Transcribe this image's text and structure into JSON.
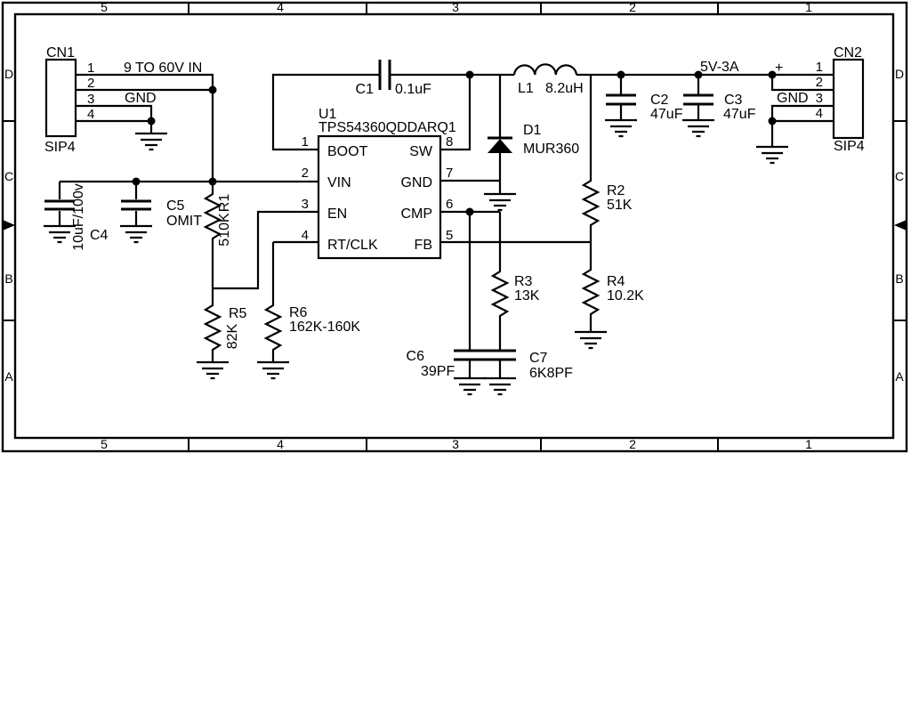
{
  "sheet": {
    "frame": {
      "columns": [
        "5",
        "4",
        "3",
        "2",
        "1"
      ],
      "rows": [
        "D",
        "C",
        "B",
        "A"
      ]
    },
    "nets": {
      "input_label": "9 TO 60V IN",
      "input_gnd": "GND",
      "output_label": "5V-3A",
      "output_plus": "+",
      "output_gnd": "GND"
    },
    "parts": {
      "CN1": {
        "ref": "CN1",
        "value": "SIP4",
        "pins": [
          "1",
          "2",
          "3",
          "4"
        ]
      },
      "CN2": {
        "ref": "CN2",
        "value": "SIP4",
        "pins": [
          "1",
          "2",
          "3",
          "4"
        ]
      },
      "U1": {
        "ref": "U1",
        "value": "TPS54360QDDARQ1",
        "pins_left": [
          {
            "num": "1",
            "name": "BOOT"
          },
          {
            "num": "2",
            "name": "VIN"
          },
          {
            "num": "3",
            "name": "EN"
          },
          {
            "num": "4",
            "name": "RT/CLK"
          }
        ],
        "pins_right": [
          {
            "num": "8",
            "name": "SW"
          },
          {
            "num": "7",
            "name": "GND"
          },
          {
            "num": "6",
            "name": "CMP"
          },
          {
            "num": "5",
            "name": "FB"
          }
        ]
      },
      "C1": {
        "ref": "C1",
        "value": "0.1uF"
      },
      "C2": {
        "ref": "C2",
        "value": "47uF"
      },
      "C3": {
        "ref": "C3",
        "value": "47uF"
      },
      "C4": {
        "ref": "C4",
        "value": "10uF/100v"
      },
      "C5": {
        "ref": "C5",
        "value": "OMIT"
      },
      "C6": {
        "ref": "C6",
        "value": "39PF"
      },
      "C7": {
        "ref": "C7",
        "value": "6K8PF"
      },
      "R1": {
        "ref": "R1",
        "value": "510K"
      },
      "R2": {
        "ref": "R2",
        "value": "51K"
      },
      "R3": {
        "ref": "R3",
        "value": "13K"
      },
      "R4": {
        "ref": "R4",
        "value": "10.2K"
      },
      "R5": {
        "ref": "R5",
        "value": "82K"
      },
      "R6": {
        "ref": "R6",
        "value": "162K-160K"
      },
      "L1": {
        "ref": "L1",
        "value": "8.2uH"
      },
      "D1": {
        "ref": "D1",
        "value": "MUR360"
      }
    },
    "colors": {
      "ink": "#000000",
      "paper": "#ffffff"
    }
  }
}
